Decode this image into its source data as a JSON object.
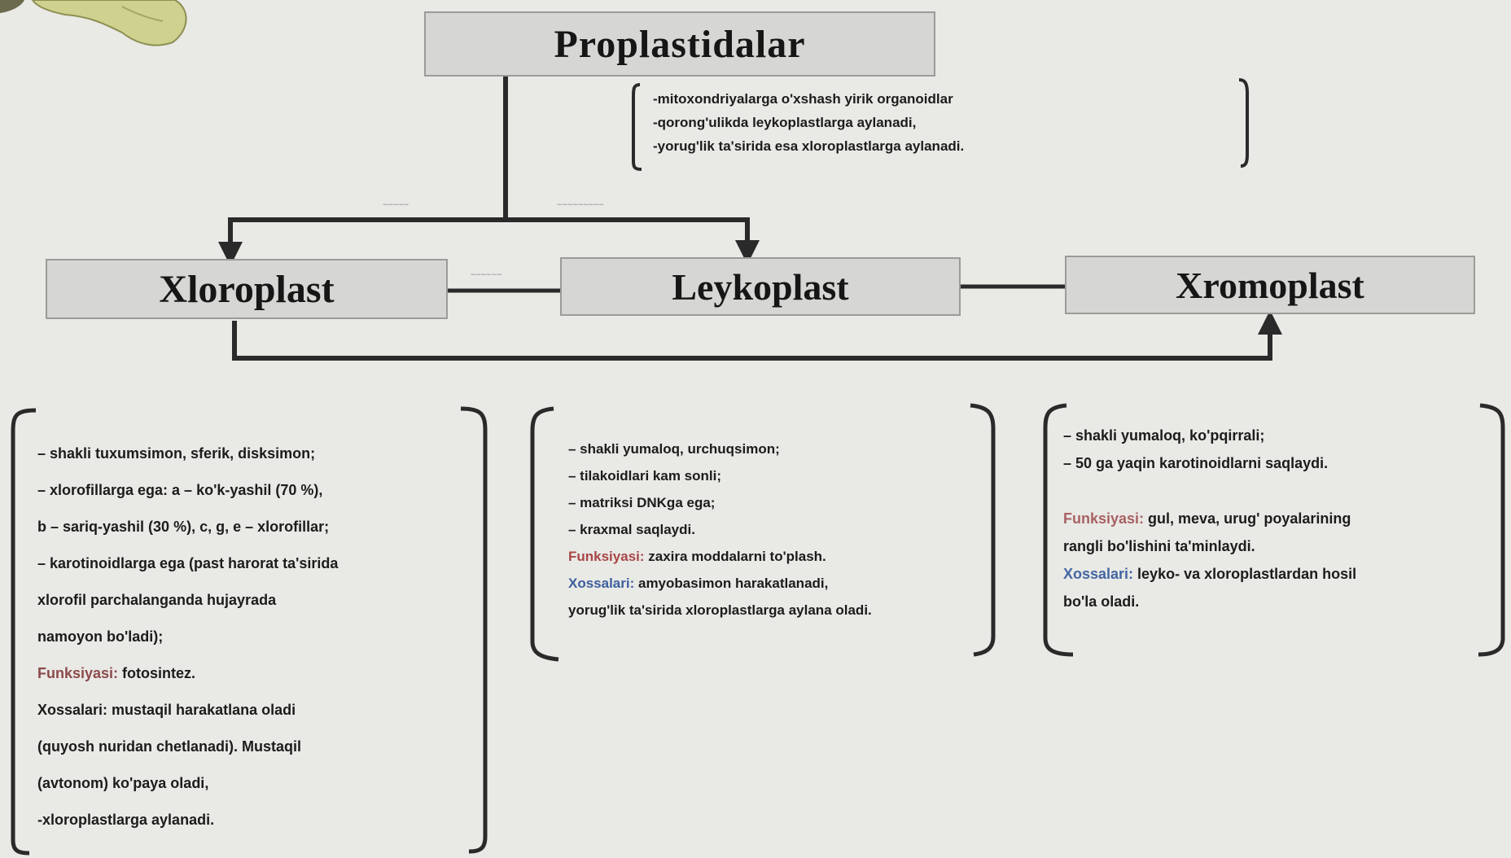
{
  "diagram": {
    "title_node": "Proplastidalar",
    "nodes": {
      "xloroplast": "Xloroplast",
      "leykoplast": "Leykoplast",
      "xromoplast": "Xromoplast"
    },
    "colors": {
      "background": "#e9e9e6",
      "box_fill": "#d6d6d4",
      "box_border": "#9b9b98",
      "connector": "#2a2a2a",
      "funksiyasi": "#8b4a4a",
      "xossalari": "#3d5f9d"
    }
  },
  "proplastid_notes": [
    "-mitoxondriyalarga o'xshash yirik organoidlar",
    "-qorong'ulikda leykoplastlarga aylanadi,",
    "-yorug'lik ta'sirida esa xloroplastlarga aylanadi."
  ],
  "xloroplast": {
    "lines": [
      "– shakli tuxumsimon, sferik, disksimon;",
      "– xlorofillarga ega: a – ko'k-yashil (70 %),",
      "b – sariq-yashil (30 %), c, g, e – xlorofillar;",
      "– karotinoidlarga ega (past harorat ta'sirida",
      "xlorofil parchalanganda hujayrada",
      "namoyon bo'ladi);"
    ],
    "func_label": "Funksiyasi:",
    "func_text": " fotosintez.",
    "prop_label": "Xossalari:",
    "prop_lines": [
      " mustaqil harakatlana oladi",
      "(quyosh nuridan chetlanadi). Mustaqil",
      "(avtonom) ko'paya oladi,",
      "-xloroplastlarga aylanadi."
    ]
  },
  "leykoplast": {
    "lines": [
      "– shakli yumaloq, urchuqsimon;",
      "– tilakoidlari kam sonli;",
      "– matriksi DNKga ega;",
      "– kraxmal saqlaydi."
    ],
    "func_label": "Funksiyasi:",
    "func_text": " zaxira moddalarni to'plash.",
    "prop_label": "Xossalari:",
    "prop_text": " amyobasimon harakatlanadi,",
    "prop_line2": "yorug'lik ta'sirida xloroplastlarga aylana oladi."
  },
  "xromoplast": {
    "lines": [
      "– shakli yumaloq, ko'pqirrali;",
      "– 50 ga yaqin karotinoidlarni saqlaydi."
    ],
    "func_label": "Funksiyasi:",
    "func_text": " gul, meva, urug' poyalarining",
    "func_line2": "rangli bo'lishini ta'minlaydi.",
    "prop_label": "Xossalari:",
    "prop_text": " leyko- va xloroplastlardan hosil",
    "prop_line2": "bo'la oladi."
  }
}
